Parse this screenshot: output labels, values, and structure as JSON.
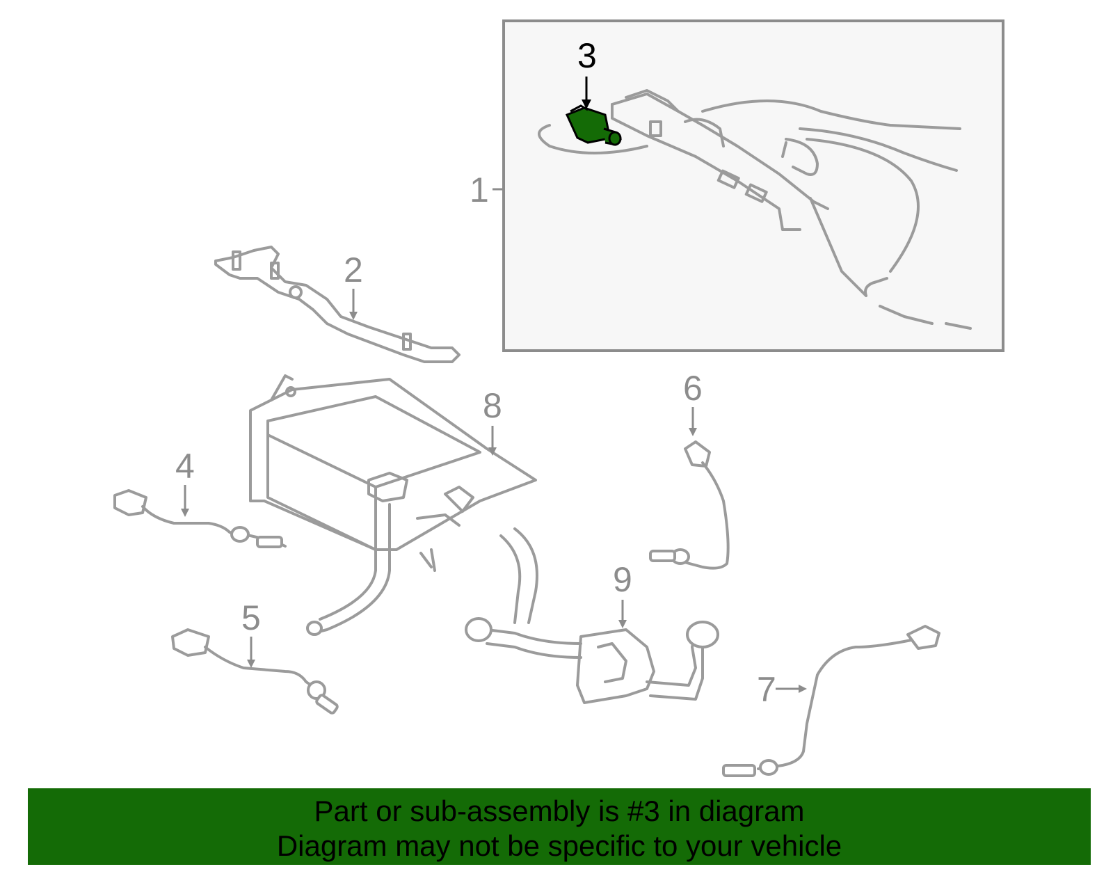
{
  "diagram": {
    "highlight_color": "#146b06",
    "callouts": [
      {
        "id": "1",
        "label": "1"
      },
      {
        "id": "2",
        "label": "2"
      },
      {
        "id": "3",
        "label": "3",
        "highlighted": true
      },
      {
        "id": "4",
        "label": "4"
      },
      {
        "id": "5",
        "label": "5"
      },
      {
        "id": "6",
        "label": "6"
      },
      {
        "id": "7",
        "label": "7"
      },
      {
        "id": "8",
        "label": "8"
      },
      {
        "id": "9",
        "label": "9"
      }
    ]
  },
  "banner": {
    "line1": "Part or sub-assembly is #3 in diagram",
    "line2": "Diagram may not be specific to your vehicle",
    "background": "#146b06"
  }
}
